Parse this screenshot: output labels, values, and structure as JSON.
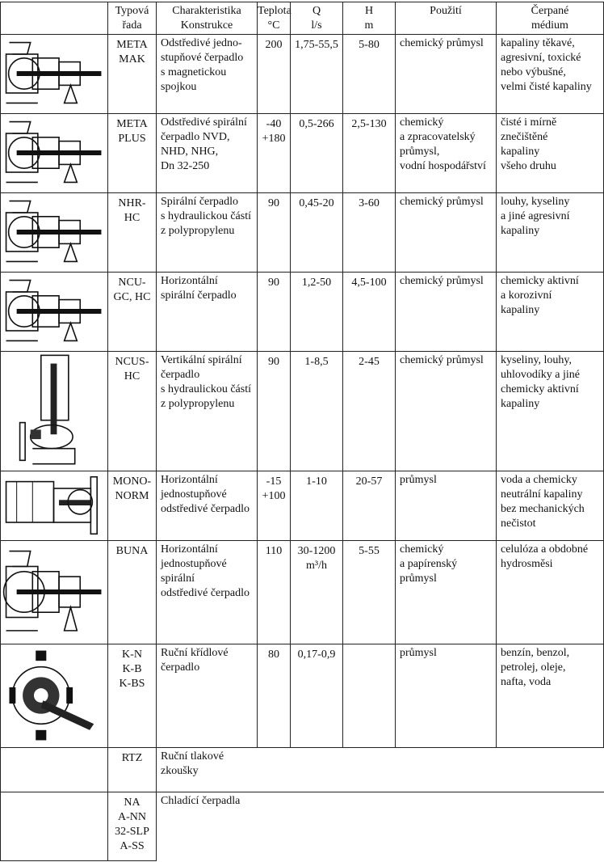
{
  "headers": {
    "series": [
      "Typová",
      "řada"
    ],
    "design": [
      "Charakteristika",
      "Konstrukce"
    ],
    "temp": [
      "Teplota",
      "°C"
    ],
    "q": [
      "Q",
      "l/s"
    ],
    "h": [
      "H",
      "m"
    ],
    "use": [
      "Použití"
    ],
    "medium": [
      "Čerpané",
      "médium"
    ]
  },
  "rows": [
    {
      "icon": "centrifugal-pump-magnetic-coupling-icon",
      "series": [
        "META",
        "MAK"
      ],
      "design": [
        "Odstředivé jedno-",
        "stupňové čerpadlo",
        "s magnetickou",
        "spojkou"
      ],
      "temp": [
        "200"
      ],
      "q": [
        "1,75-55,5"
      ],
      "h": [
        "5-80"
      ],
      "use": [
        "chemický průmysl"
      ],
      "medium": [
        "kapaliny těkavé,",
        "agresivní, toxické",
        "nebo výbušné,",
        "velmi čisté kapaliny"
      ]
    },
    {
      "icon": "volute-pump-icon",
      "series": [
        "META",
        "PLUS"
      ],
      "design": [
        "Odstředivé spirální",
        "čerpadlo NVD,",
        "NHD, NHG,",
        "Dn 32-250"
      ],
      "temp": [
        "-40",
        "+180"
      ],
      "q": [
        "0,5-266"
      ],
      "h": [
        "2,5-130"
      ],
      "use": [
        "chemický",
        "a zpracovatelský",
        "průmysl,",
        "vodní hospodářství"
      ],
      "medium": [
        "čisté i mírně",
        "znečištěné",
        "kapaliny",
        "všeho druhu"
      ]
    },
    {
      "icon": "polypropylene-volute-pump-icon",
      "series": [
        "NHR-",
        "HC"
      ],
      "design": [
        "Spirální čerpadlo",
        "s hydraulickou částí",
        "z polypropylenu"
      ],
      "temp": [
        "90"
      ],
      "q": [
        "0,45-20"
      ],
      "h": [
        "3-60"
      ],
      "use": [
        "chemický průmysl"
      ],
      "medium": [
        "louhy, kyseliny",
        "a jiné agresivní",
        "kapaliny"
      ]
    },
    {
      "icon": "horizontal-volute-pump-icon",
      "series": [
        "NCU-",
        "GC, HC"
      ],
      "design": [
        "Horizontální",
        "spirální čerpadlo"
      ],
      "temp": [
        "90"
      ],
      "q": [
        "1,2-50"
      ],
      "h": [
        "4,5-100"
      ],
      "use": [
        "chemický průmysl"
      ],
      "medium": [
        "chemicky aktivní",
        "a korozivní",
        "kapaliny"
      ]
    },
    {
      "icon": "vertical-volute-pump-icon",
      "series": [
        "NCUS-",
        "HC"
      ],
      "design": [
        "Vertikální spirální",
        "čerpadlo",
        "s hydraulickou částí",
        "z polypropylenu"
      ],
      "temp": [
        "90"
      ],
      "q": [
        "1-8,5"
      ],
      "h": [
        "2-45"
      ],
      "use": [
        "chemický průmysl"
      ],
      "medium": [
        "kyseliny, louhy,",
        "uhlovodíky a jiné",
        "chemicky aktivní",
        "kapaliny"
      ]
    },
    {
      "icon": "monoblock-pump-icon",
      "series": [
        "MONO-",
        "NORM"
      ],
      "design": [
        "Horizontální",
        "jednostupňové",
        "odstředivé čerpadlo"
      ],
      "temp": [
        "-15",
        "+100"
      ],
      "q": [
        "1-10"
      ],
      "h": [
        "20-57"
      ],
      "use": [
        "průmysl"
      ],
      "medium": [
        "voda a chemicky",
        "neutrální kapaliny",
        "bez mechanických",
        "nečistot"
      ]
    },
    {
      "icon": "paper-industry-pump-icon",
      "series": [
        "BUNA"
      ],
      "design": [
        "Horizontální",
        "jednostupňové",
        "spirální",
        "odstředivé čerpadlo"
      ],
      "temp": [
        "110"
      ],
      "q": [
        "30-1200",
        "m³/h"
      ],
      "h": [
        "5-55"
      ],
      "use": [
        "chemický",
        "a papírenský",
        "průmysl"
      ],
      "medium": [
        "celulóza a obdobné",
        "hydrosměsi"
      ]
    },
    {
      "icon": "hand-wing-pump-icon",
      "series": [
        "K-N",
        "K-B",
        "K-BS"
      ],
      "design": [
        "Ruční křídlové",
        "čerpadlo"
      ],
      "temp": [
        "80"
      ],
      "q": [
        "0,17-0,9"
      ],
      "h": [],
      "use": [
        "průmysl"
      ],
      "medium": [
        "benzín, benzol,",
        "petrolej, oleje,",
        "nafta, voda"
      ]
    }
  ],
  "extra_rows": [
    {
      "series": [
        "RTZ"
      ],
      "design": [
        "Ruční tlakové",
        "zkoušky"
      ]
    },
    {
      "series": [
        "NA",
        "A-NN",
        "32-SLP",
        "A-SS"
      ],
      "design": [
        "Chladící čerpadla"
      ]
    }
  ]
}
